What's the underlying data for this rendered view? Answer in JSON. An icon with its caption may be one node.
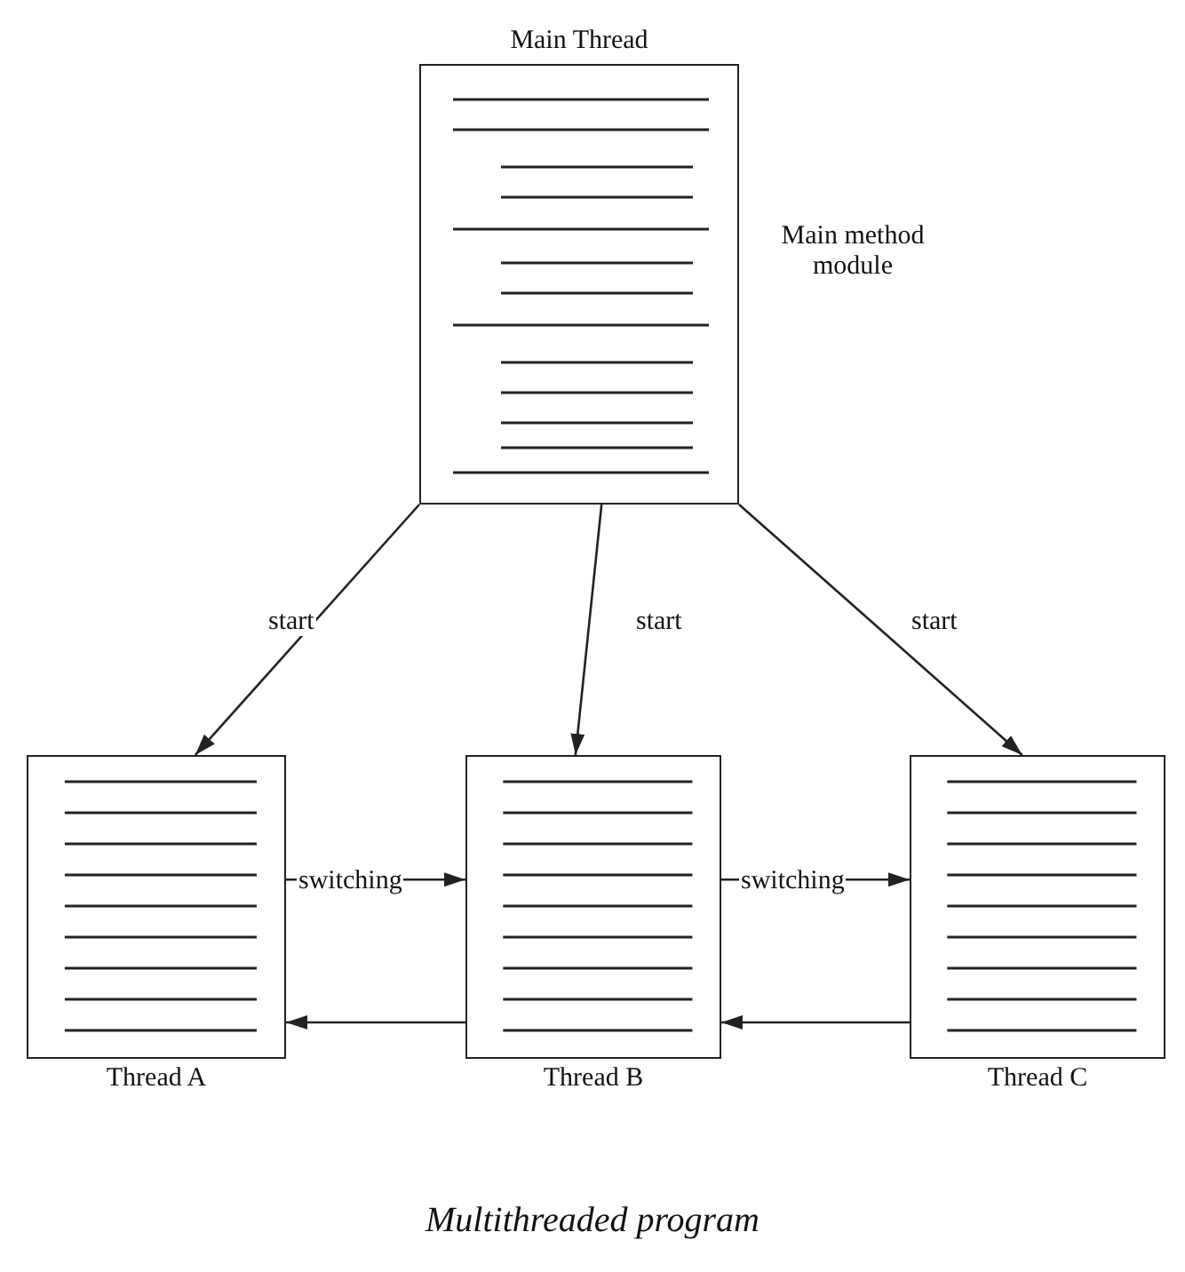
{
  "diagram": {
    "caption": "Multithreaded program",
    "nodes": [
      {
        "text": [
          "Main Thread"
        ],
        "beside": [
          "Main method module"
        ]
      },
      {
        "text": [
          "Thread A"
        ]
      },
      {
        "text": [
          "Thread B"
        ]
      },
      {
        "text": [
          "Thread C"
        ]
      }
    ],
    "edges": [
      {
        "from": 0,
        "to": 1,
        "arrow": "to",
        "label": "start"
      },
      {
        "from": 0,
        "to": 2,
        "arrow": "to",
        "label": "start"
      },
      {
        "from": 0,
        "to": 3,
        "arrow": "to",
        "label": "start"
      },
      {
        "from": 1,
        "to": 2,
        "arrow": "to",
        "label": "switching"
      },
      {
        "from": 2,
        "to": 1,
        "arrow": "to"
      },
      {
        "from": 2,
        "to": 3,
        "arrow": "to",
        "label": "switching"
      },
      {
        "from": 3,
        "to": 2,
        "arrow": "to"
      }
    ]
  }
}
